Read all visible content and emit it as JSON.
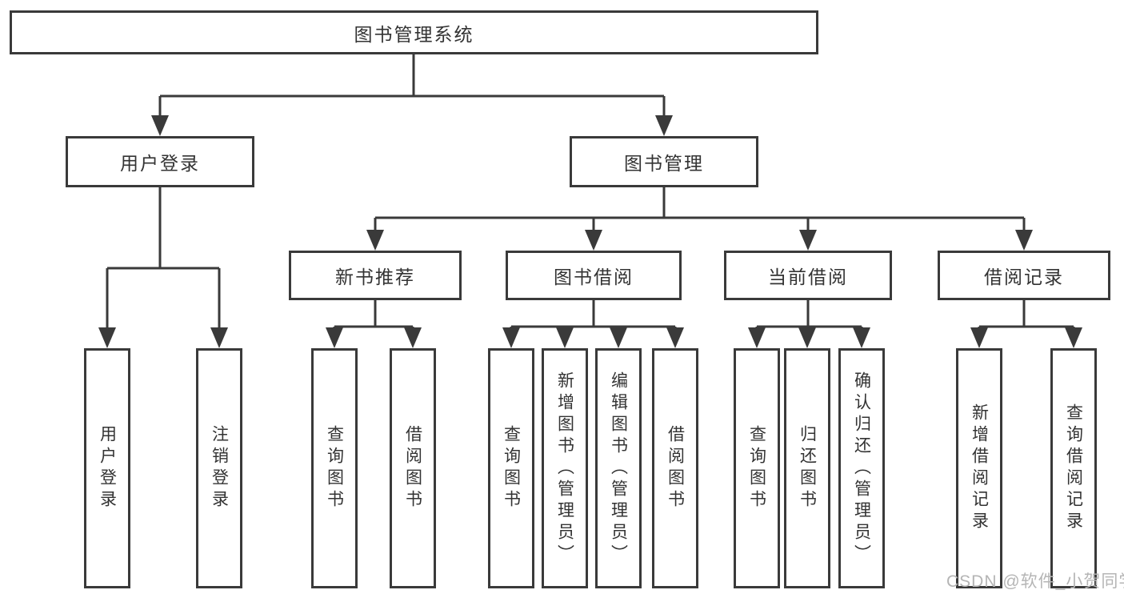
{
  "title": "图书管理系统",
  "watermark": "CSDN @软件_小贺同学",
  "colors": {
    "line": "#3a3a3a",
    "text": "#333333",
    "watermark": "#b5b5b5",
    "background": "#ffffff"
  },
  "tree": {
    "root": "图书管理系统",
    "level2": [
      {
        "label": "用户登录",
        "children": [
          "用户登录",
          "注销登录"
        ]
      },
      {
        "label": "图书管理",
        "children": [
          {
            "label": "新书推荐",
            "children": [
              "查询图书",
              "借阅图书"
            ]
          },
          {
            "label": "图书借阅",
            "children": [
              "查询图书",
              "新增图书（管理员）",
              "编辑图书（管理员）",
              "借阅图书"
            ]
          },
          {
            "label": "当前借阅",
            "children": [
              "查询图书",
              "归还图书",
              "确认归还（管理员）"
            ]
          },
          {
            "label": "借阅记录",
            "children": [
              "新增借阅记录",
              "查询借阅记录"
            ]
          }
        ]
      }
    ]
  }
}
